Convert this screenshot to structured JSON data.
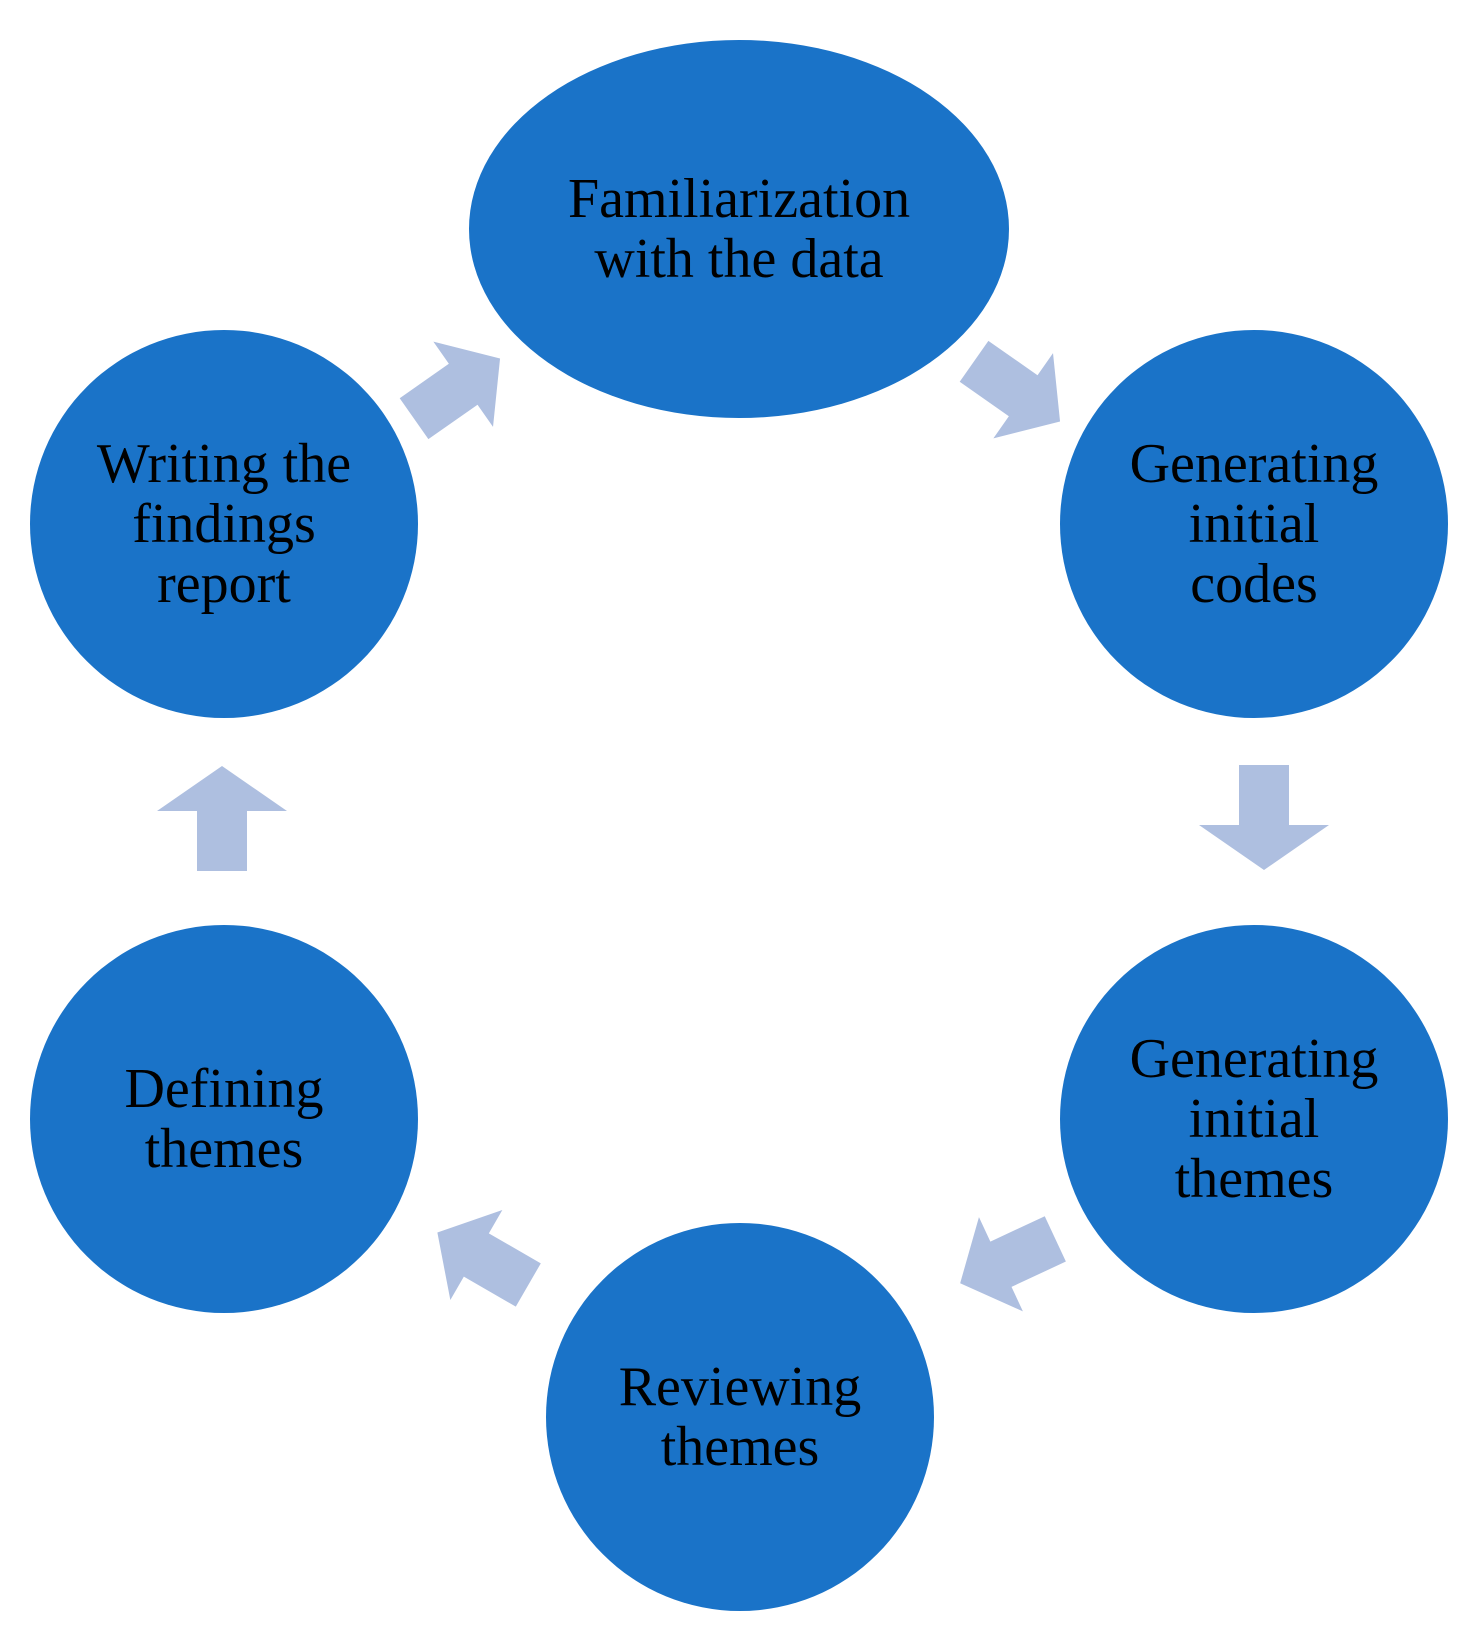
{
  "colors": {
    "node_fill": "#1a73c8",
    "arrow_fill": "#aebfe0",
    "text": "#000000",
    "background": "#ffffff"
  },
  "steps": [
    {
      "id": "familiarization",
      "label": "Familiarization\nwith the data"
    },
    {
      "id": "initial-codes",
      "label": "Generating\ninitial\ncodes"
    },
    {
      "id": "initial-themes",
      "label": "Generating\ninitial\nthemes"
    },
    {
      "id": "reviewing-themes",
      "label": "Reviewing\nthemes"
    },
    {
      "id": "defining-themes",
      "label": "Defining\nthemes"
    },
    {
      "id": "findings-report",
      "label": "Writing the\nfindings\nreport"
    }
  ],
  "arrow_icon": "block-arrow-icon"
}
